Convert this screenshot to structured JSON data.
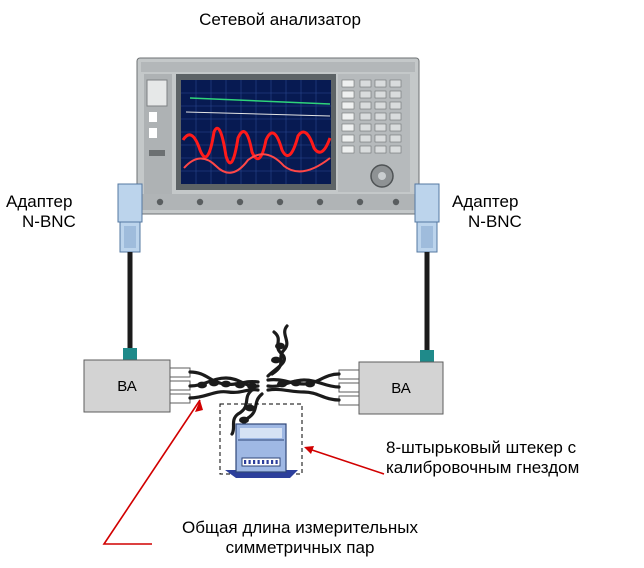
{
  "title": "Сетевой анализатор",
  "adapter_left": {
    "line1": "Адаптер",
    "line2": "N-BNC"
  },
  "adapter_right": {
    "line1": "Адаптер",
    "line2": "N-BNC"
  },
  "balun_left": "ВА",
  "balun_right": "ВА",
  "plug_callout": {
    "line1": "8-штырьковый штекер с",
    "line2": "калибровочным гнездом"
  },
  "length_callout": {
    "line1": "Общая длина измерительных",
    "line2": "симметричных пар"
  },
  "colors": {
    "callout_line": "#d10000",
    "adapter_fill": "#bcd4ec",
    "balun_fill": "#d3d3d3",
    "connector_teal": "#1f8a8a",
    "cable": "#1b1b1b",
    "screen_bg": "#071a52",
    "trace_red": "#ff1a1a"
  }
}
